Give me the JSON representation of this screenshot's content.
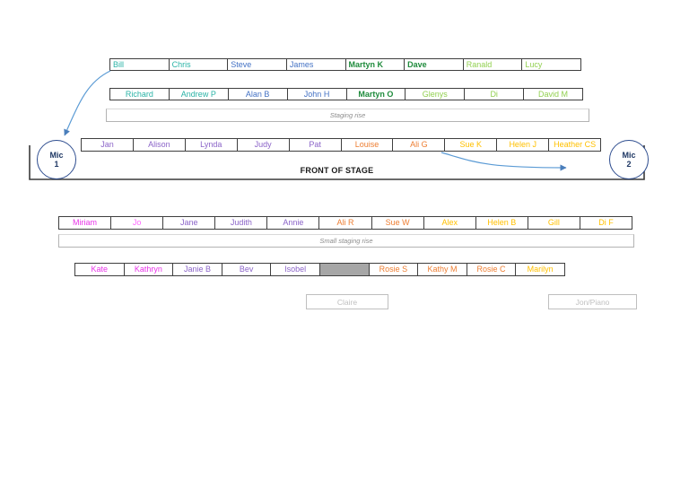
{
  "palette": {
    "teal": "#2ab3a6",
    "blue": "#4472c4",
    "darkgreen": "#1f8b3c",
    "lightgreen": "#92d050",
    "purple": "#8b64c8",
    "orange": "#ed7d31",
    "gold": "#ffc000",
    "magenta": "#e833e8",
    "pink": "#ff66ff",
    "navy": "#1f3864",
    "grayfill": "#a6a6a6",
    "arrow": "#5b9bd5"
  },
  "rows": [
    {
      "name": "back-row",
      "align": "left",
      "items": [
        {
          "label": "Bill",
          "color": "teal"
        },
        {
          "label": "Chris",
          "color": "teal"
        },
        {
          "label": "Steve",
          "color": "blue"
        },
        {
          "label": "James",
          "color": "blue"
        },
        {
          "label": "Martyn K",
          "color": "darkgreen",
          "bold": true
        },
        {
          "label": "Dave",
          "color": "darkgreen",
          "bold": true
        },
        {
          "label": "Ranald",
          "color": "lightgreen"
        },
        {
          "label": "Lucy",
          "color": "lightgreen"
        }
      ]
    },
    {
      "name": "second-row",
      "align": "center",
      "items": [
        {
          "label": "Richard",
          "color": "teal"
        },
        {
          "label": "Andrew P",
          "color": "teal"
        },
        {
          "label": "Alan B",
          "color": "blue"
        },
        {
          "label": "John H",
          "color": "blue"
        },
        {
          "label": "Martyn O",
          "color": "darkgreen",
          "bold": true
        },
        {
          "label": "Glenys",
          "color": "lightgreen"
        },
        {
          "label": "Di",
          "color": "lightgreen"
        },
        {
          "label": "David M",
          "color": "lightgreen"
        }
      ]
    },
    {
      "name": "stage-front-row",
      "align": "center",
      "items": [
        {
          "label": "Jan",
          "color": "purple"
        },
        {
          "label": "Alison",
          "color": "purple"
        },
        {
          "label": "Lynda",
          "color": "purple"
        },
        {
          "label": "Judy",
          "color": "purple"
        },
        {
          "label": "Pat",
          "color": "purple"
        },
        {
          "label": "Louise",
          "color": "orange"
        },
        {
          "label": "Ali G",
          "color": "orange"
        },
        {
          "label": "Sue K",
          "color": "gold"
        },
        {
          "label": "Helen J",
          "color": "gold"
        },
        {
          "label": "Heather CS",
          "color": "gold"
        }
      ]
    },
    {
      "name": "floor-back-row",
      "align": "center",
      "items": [
        {
          "label": "Miriam",
          "color": "magenta"
        },
        {
          "label": "Jo",
          "color": "pink"
        },
        {
          "label": "Jane",
          "color": "purple"
        },
        {
          "label": "Judith",
          "color": "purple"
        },
        {
          "label": "Annie",
          "color": "purple"
        },
        {
          "label": "Ali R",
          "color": "orange"
        },
        {
          "label": "Sue W",
          "color": "orange"
        },
        {
          "label": "Alex",
          "color": "gold"
        },
        {
          "label": "Helen B",
          "color": "gold"
        },
        {
          "label": "Gill",
          "color": "gold"
        },
        {
          "label": "Di F",
          "color": "gold"
        }
      ]
    },
    {
      "name": "floor-front-row",
      "align": "center",
      "items": [
        {
          "label": "Kate",
          "color": "magenta"
        },
        {
          "label": "Kathryn",
          "color": "magenta"
        },
        {
          "label": "Janie B",
          "color": "purple"
        },
        {
          "label": "Bev",
          "color": "purple"
        },
        {
          "label": "Isobel",
          "color": "purple"
        },
        {
          "label": "",
          "color": "purple",
          "fill": "grayfill"
        },
        {
          "label": "Rosie S",
          "color": "orange"
        },
        {
          "label": "Kathy M",
          "color": "orange"
        },
        {
          "label": "Rosie C",
          "color": "orange"
        },
        {
          "label": "Marilyn",
          "color": "gold"
        }
      ]
    }
  ],
  "staging_rise": {
    "label": "Staging rise"
  },
  "small_staging_rise": {
    "label": "Small staging rise"
  },
  "front_of_stage": {
    "label": "FRONT OF STAGE"
  },
  "mic1": {
    "line1": "Mic",
    "line2": "1"
  },
  "mic2": {
    "line1": "Mic",
    "line2": "2"
  },
  "claire": {
    "label": "Claire"
  },
  "jon_piano": {
    "label": "Jon/Piano"
  }
}
